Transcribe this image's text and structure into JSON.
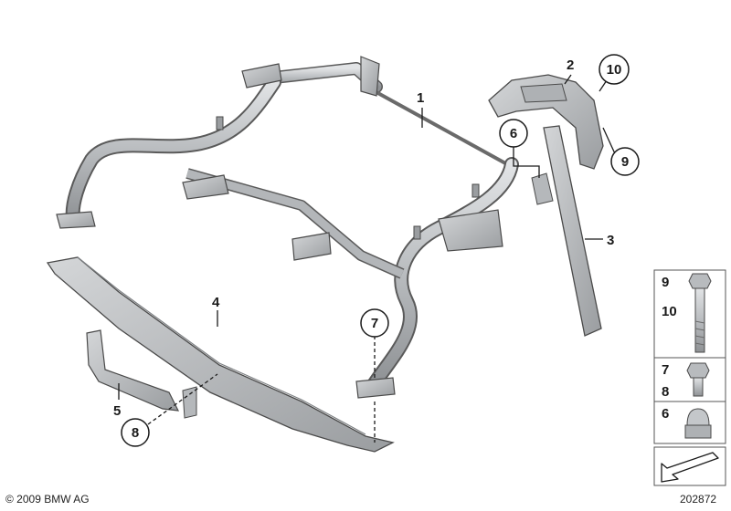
{
  "callouts": {
    "p1": "1",
    "p2": "2",
    "p3": "3",
    "p4": "4",
    "p5": "5",
    "p6": "6",
    "p7": "7",
    "p8": "8",
    "p9": "9",
    "p10": "10"
  },
  "legend": {
    "bolt_a": "9",
    "bolt_b": "10",
    "screw_a": "7",
    "screw_b": "8",
    "nut": "6"
  },
  "footer": {
    "copyright": "© 2009 BMW AG",
    "diagram_id": "202872"
  },
  "colors": {
    "part_fill": "#c8cacc",
    "part_shade": "#9ea1a4",
    "outline": "#4a4a4a",
    "leader": "#1a1a1a"
  }
}
